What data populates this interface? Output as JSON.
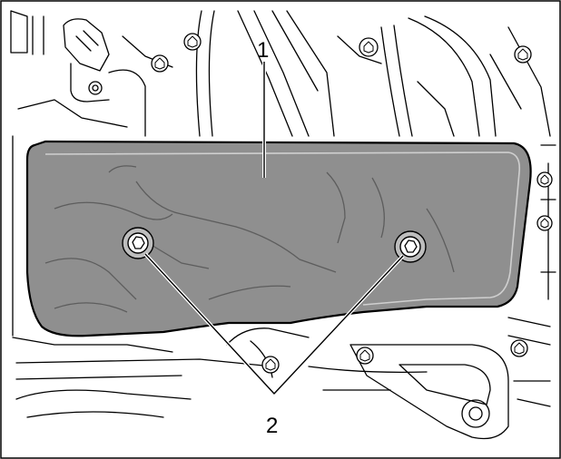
{
  "callouts": [
    {
      "id": "1",
      "label": "1"
    },
    {
      "id": "2",
      "label": "2"
    }
  ],
  "colors": {
    "shield_fill": "#8f8f8f",
    "line": "#000000",
    "background": "#ffffff"
  },
  "icons": {
    "bolt": "torx-bolt-icon",
    "nut": "torx-nut-icon"
  }
}
